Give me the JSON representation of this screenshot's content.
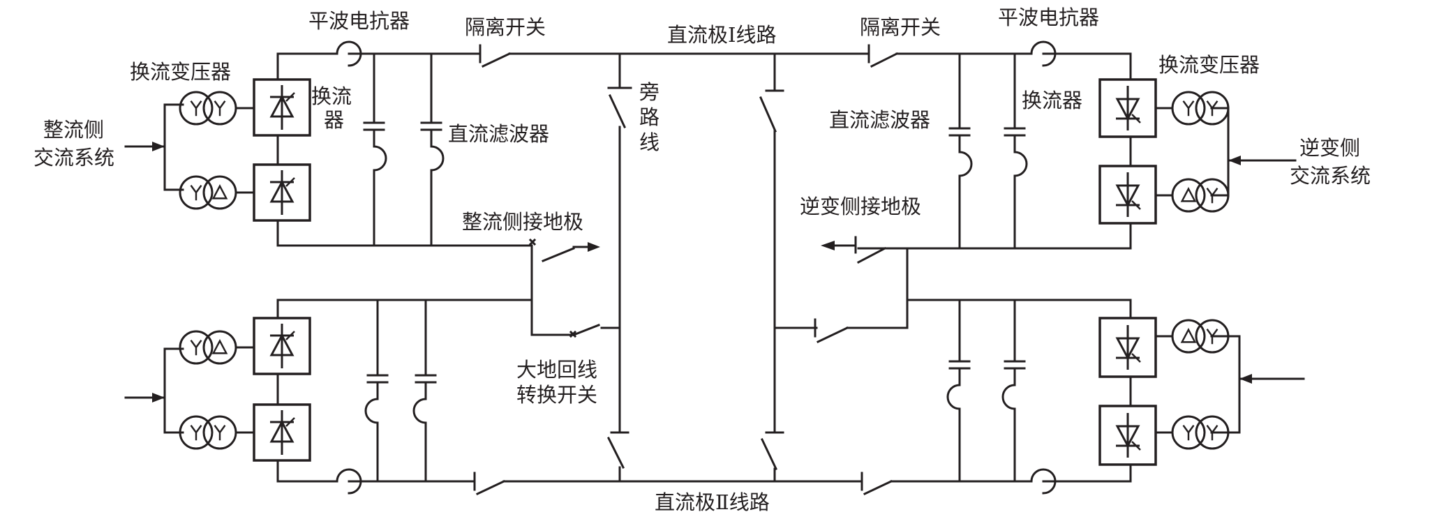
{
  "labels": {
    "smoothing_reactor_left": "平波电抗器",
    "smoothing_reactor_right": "平波电抗器",
    "disconnect_switch_left": "隔离开关",
    "disconnect_switch_right": "隔离开关",
    "dc_pole1_line": "直流极Ⅰ线路",
    "dc_pole2_line": "直流极Ⅱ线路",
    "converter_transformer_left": "换流变压器",
    "converter_transformer_right": "换流变压器",
    "converter_left_line1": "换流",
    "converter_left_line2": "器",
    "converter_right": "换流器",
    "dc_filter_left": "直流滤波器",
    "dc_filter_right": "直流滤波器",
    "rectifier_ac_line1": "整流侧",
    "rectifier_ac_line2": "交流系统",
    "inverter_ac_line1": "逆变侧",
    "inverter_ac_line2": "交流系统",
    "bypass_line_1": "旁",
    "bypass_line_2": "路",
    "bypass_line_3": "线",
    "rectifier_ground": "整流侧接地极",
    "inverter_ground": "逆变侧接地极",
    "earth_return_switch_line1": "大地回线",
    "earth_return_switch_line2": "转换开关"
  },
  "transformer_windings": {
    "left_pole1_upper": [
      "Y",
      "Y"
    ],
    "left_pole1_lower": [
      "Y",
      "Δ"
    ],
    "left_pole2_upper": [
      "Y",
      "Δ"
    ],
    "left_pole2_lower": [
      "Y",
      "Y"
    ],
    "right_pole1_upper": [
      "Y",
      "Y"
    ],
    "right_pole1_lower": [
      "Δ",
      "Y"
    ],
    "right_pole2_upper": [
      "Δ",
      "Y"
    ],
    "right_pole2_lower": [
      "Y",
      "Y"
    ]
  },
  "colors": {
    "ink": "#231f20",
    "background": "#ffffff"
  }
}
